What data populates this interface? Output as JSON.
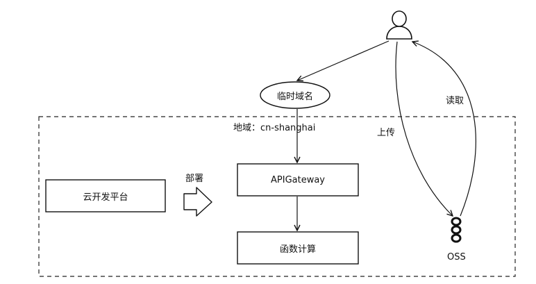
{
  "nodes": {
    "temp_domain": "临时域名",
    "region": "地域：cn-shanghai",
    "cloud_dev_platform": "云开发平台",
    "deploy": "部署",
    "api_gateway": "APIGateway",
    "function_compute": "函数计算",
    "upload": "上传",
    "read": "读取",
    "oss": "OSS"
  },
  "icons": {
    "user": "user-icon",
    "oss": "oss-storage-icon",
    "deploy_arrow": "block-arrow-right-icon"
  }
}
